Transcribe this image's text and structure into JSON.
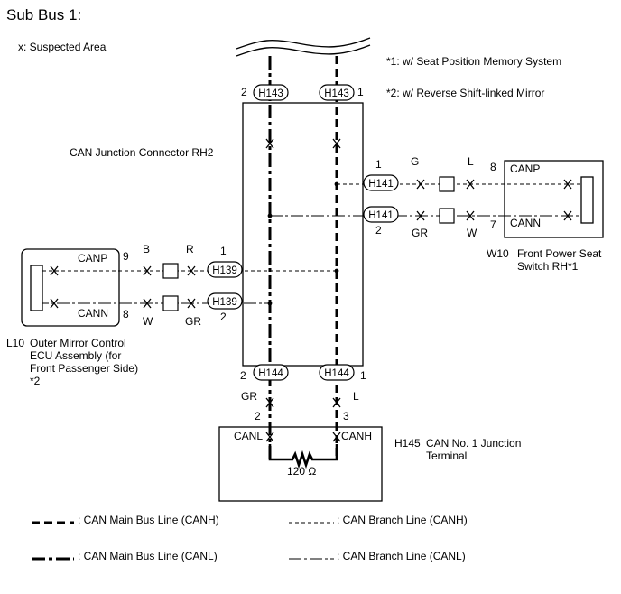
{
  "title": "Sub Bus 1:",
  "suspected_area_note": "x: Suspected Area",
  "notes": {
    "note1": "*1: w/ Seat Position Memory System",
    "note2": "*2: w/ Reverse  Shift-linked Mirror"
  },
  "junction_connector": {
    "label": "CAN Junction Connector RH2",
    "top_left": {
      "connector": "H143",
      "pin": "2"
    },
    "top_right": {
      "connector": "H143",
      "pin": "1"
    },
    "right_top": {
      "connector": "H141",
      "pin": "1"
    },
    "right_bottom": {
      "connector": "H141",
      "pin": "2"
    },
    "left_top": {
      "connector": "H139",
      "pin": "1"
    },
    "left_bottom": {
      "connector": "H139",
      "pin": "2"
    },
    "bottom_left": {
      "connector": "H144",
      "pin": "2"
    },
    "bottom_right": {
      "connector": "H144",
      "pin": "1"
    }
  },
  "front_power_seat": {
    "code": "W10",
    "name": "Front Power Seat",
    "name_line2": "Switch RH*1",
    "canp_label": "CANP",
    "cann_label": "CANN",
    "pin_canp": "8",
    "pin_cann": "7",
    "wire_top_left": "G",
    "wire_top_right": "L",
    "wire_bottom_left": "GR",
    "wire_bottom_right": "W"
  },
  "mirror_ecu": {
    "code": "L10",
    "name_line1": "Outer Mirror Control",
    "name_line2": "ECU Assembly (for",
    "name_line3": "Front Passenger Side)",
    "name_line4": "*2",
    "canp_label": "CANP",
    "cann_label": "CANN",
    "pin_canp": "9",
    "pin_cann": "8",
    "wire_top_left": "B",
    "wire_top_right": "R",
    "wire_bottom_left": "W",
    "wire_bottom_right": "GR"
  },
  "junction_terminal": {
    "code": "H145",
    "name": "CAN No. 1 Junction",
    "name_line2": "Terminal",
    "canl_label": "CANL",
    "canh_label": "CANH",
    "pin_canl": "2",
    "pin_canh": "3",
    "wire_left": "GR",
    "wire_right": "L",
    "resistor": "120 Ω"
  },
  "legend": {
    "main_canh": ": CAN Main Bus Line (CANH)",
    "main_canl": ": CAN Main Bus Line (CANL)",
    "branch_canh": ": CAN Branch Line (CANH)",
    "branch_canl": ": CAN Branch Line (CANL)"
  }
}
